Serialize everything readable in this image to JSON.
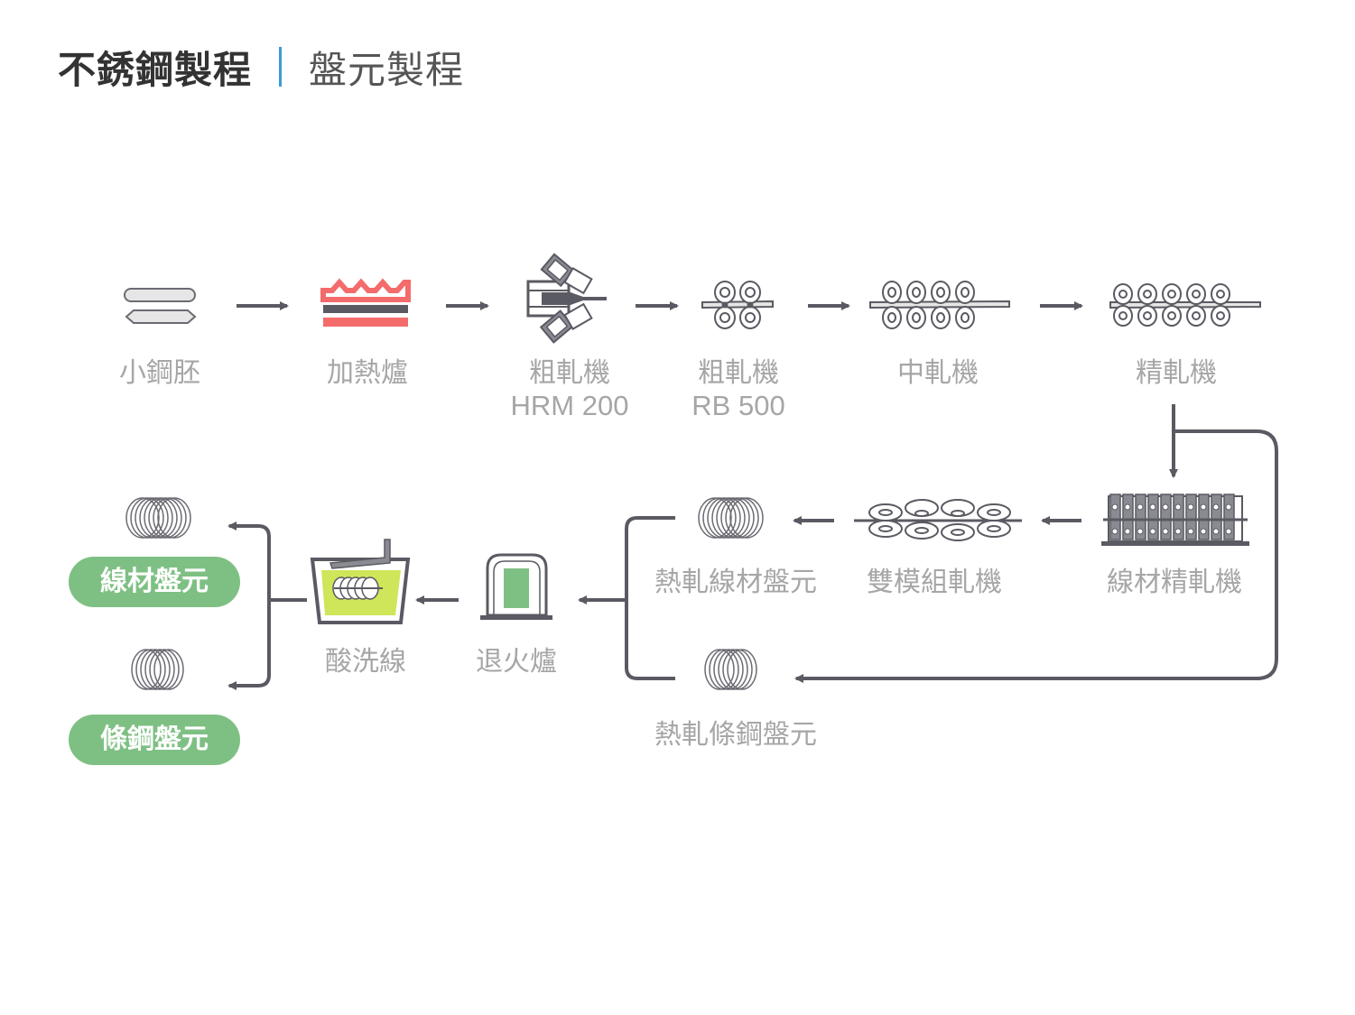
{
  "header": {
    "title": "不銹鋼製程",
    "subtitle": "盤元製程",
    "accent_color": "#3d9ad6"
  },
  "steps": {
    "billet": {
      "label": "小鋼胚",
      "icon": "billet-icon"
    },
    "furnace": {
      "label": "加熱爐",
      "icon": "heating-furnace-icon"
    },
    "rough_mill_hrm": {
      "label": "粗軋機",
      "model": "HRM 200",
      "icon": "roughing-mill-hrm-icon"
    },
    "rough_mill_rb": {
      "label": "粗軋機",
      "model": "RB 500",
      "icon": "roughing-mill-rb-icon"
    },
    "intermediate_mill": {
      "label": "中軋機",
      "icon": "intermediate-mill-icon"
    },
    "finishing_mill": {
      "label": "精軋機",
      "icon": "finishing-mill-icon"
    },
    "wire_finishing_mill": {
      "label": "線材精軋機",
      "icon": "wire-rod-finishing-mill-icon"
    },
    "twin_module_mill": {
      "label": "雙模組軋機",
      "icon": "twin-module-mill-icon"
    },
    "hot_wire_coil": {
      "label": "熱軋線材盤元",
      "icon": "coil-icon"
    },
    "hot_bar_coil": {
      "label": "熱軋條鋼盤元",
      "icon": "coil-icon"
    },
    "annealing_furnace": {
      "label": "退火爐",
      "icon": "annealing-furnace-icon"
    },
    "pickling_line": {
      "label": "酸洗線",
      "icon": "pickling-line-icon"
    }
  },
  "outputs": [
    {
      "label": "線材盤元",
      "icon": "coil-icon"
    },
    {
      "label": "條鋼盤元",
      "icon": "coil-icon"
    }
  ],
  "colors": {
    "furnace_red": "#f46b6b",
    "dark_gray": "#5a5a63",
    "label_gray": "#a6a6a6",
    "badge_green": "#7ec083",
    "pickling_green": "#cfe55a",
    "annealing_green": "#7ec083"
  }
}
